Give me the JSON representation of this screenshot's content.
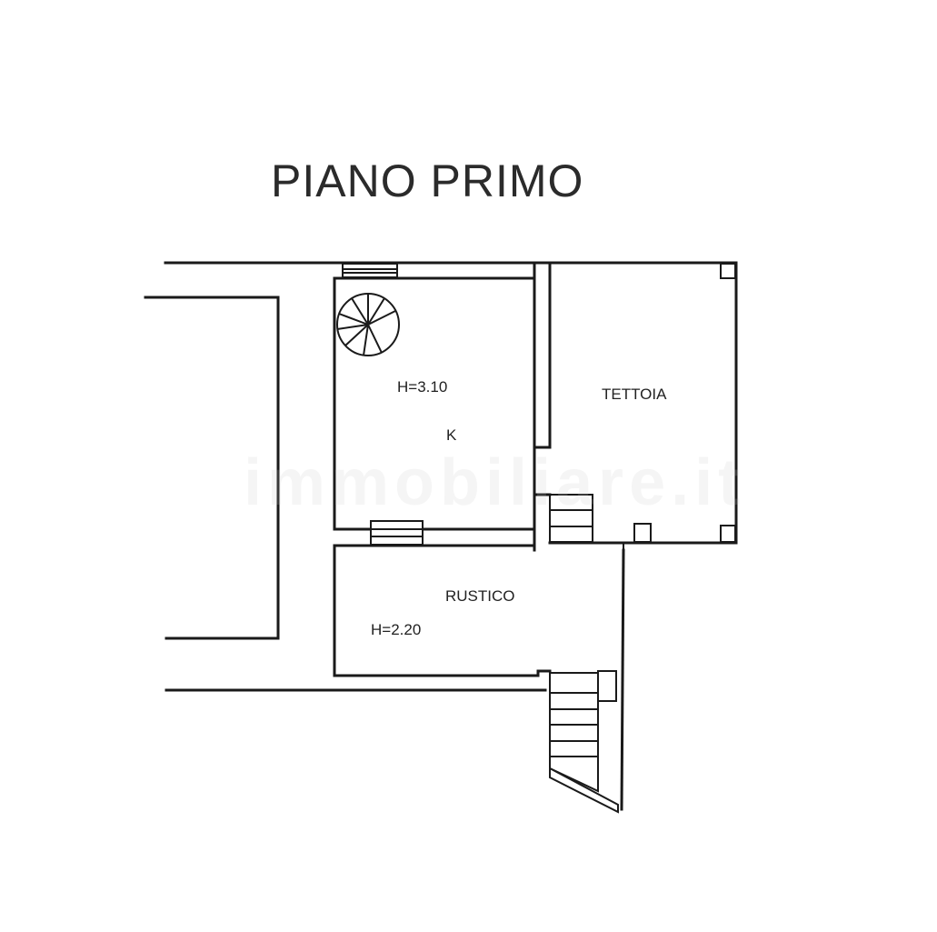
{
  "title": "PIANO PRIMO",
  "rooms": [
    {
      "name": "K",
      "height_label": "H=3.10"
    },
    {
      "name": "TETTOIA"
    },
    {
      "name": "RUSTICO",
      "height_label": "H=2.20"
    }
  ],
  "watermark": "immobiliare.it",
  "colors": {
    "line": "#1a1a1a",
    "background": "#ffffff",
    "text": "#2b2b2b"
  }
}
